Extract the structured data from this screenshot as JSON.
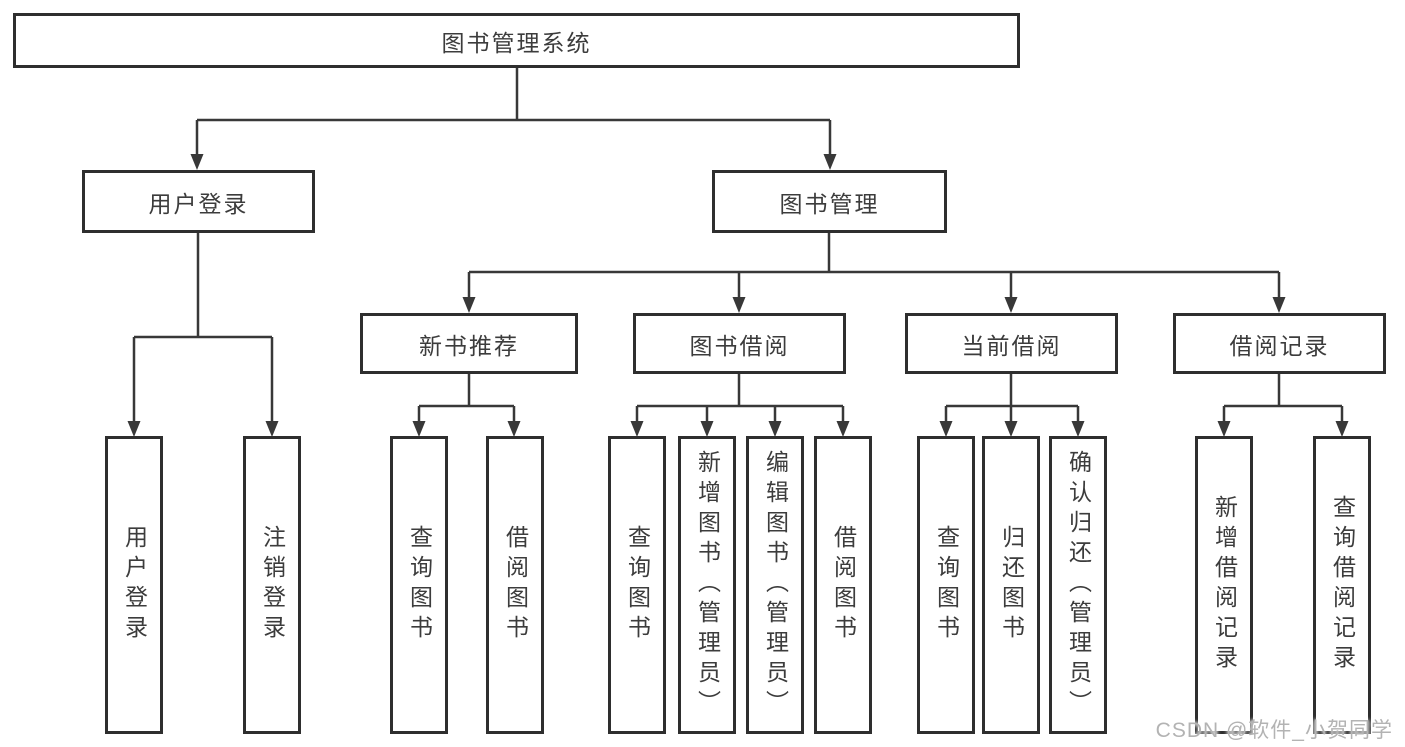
{
  "diagram": {
    "title": "图书管理系统",
    "nodes": {
      "root": {
        "label": "图书管理系统"
      },
      "user_login": {
        "label": "用户登录"
      },
      "book_mgmt": {
        "label": "图书管理"
      },
      "new_book_rec": {
        "label": "新书推荐"
      },
      "book_borrow": {
        "label": "图书借阅"
      },
      "current_borrow": {
        "label": "当前借阅"
      },
      "borrow_record": {
        "label": "借阅记录"
      },
      "leaves": [
        {
          "label": "用户登录",
          "parent": "用户登录"
        },
        {
          "label": "注销登录",
          "parent": "用户登录"
        },
        {
          "label": "查询图书",
          "parent": "新书推荐"
        },
        {
          "label": "借阅图书",
          "parent": "新书推荐"
        },
        {
          "label": "查询图书",
          "parent": "图书借阅"
        },
        {
          "label": "新增图书（管理员）",
          "parent": "图书借阅"
        },
        {
          "label": "编辑图书（管理员）",
          "parent": "图书借阅"
        },
        {
          "label": "借阅图书",
          "parent": "图书借阅"
        },
        {
          "label": "查询图书",
          "parent": "当前借阅"
        },
        {
          "label": "归还图书",
          "parent": "当前借阅"
        },
        {
          "label": "确认归还（管理员）",
          "parent": "当前借阅"
        },
        {
          "label": "新增借阅记录",
          "parent": "借阅记录"
        },
        {
          "label": "查询借阅记录",
          "parent": "借阅记录"
        }
      ]
    },
    "colors": {
      "line": "#383838",
      "border": "#2e2e2e",
      "text": "#3c3c3c",
      "background": "#ffffff",
      "watermark": "#b3b3b3"
    }
  },
  "watermark": {
    "text": "CSDN @软件_小贺同学"
  }
}
